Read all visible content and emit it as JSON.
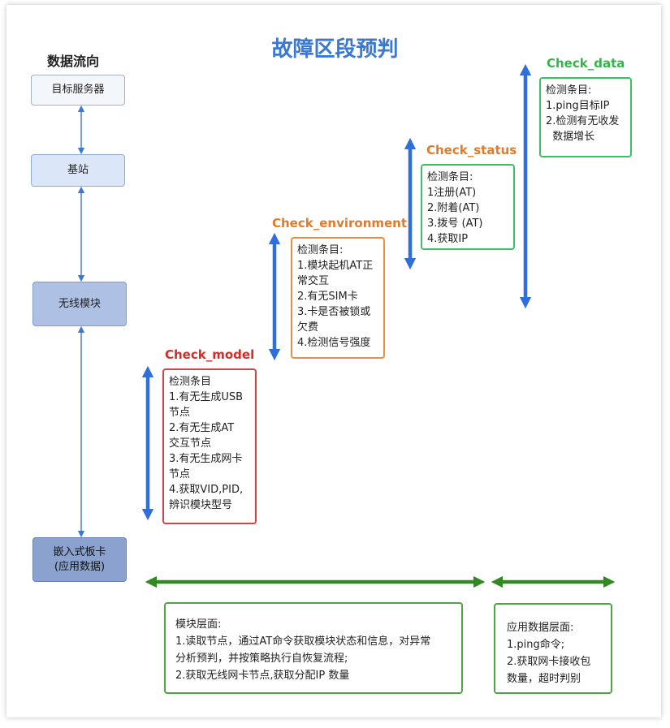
{
  "title": "故障区段预判",
  "flow_title": "数据流向",
  "nodes": {
    "target_server": "目标服务器",
    "base_station": "基站",
    "wireless_module": "无线模块",
    "embedded_board_line1": "嵌入式板卡",
    "embedded_board_line2": "(应用数据)"
  },
  "stages": {
    "check_model": {
      "label": "Check_model",
      "lines": [
        "检测条目",
        "1.有无生成USB",
        "节点",
        "2.有无生成AT",
        "交互节点",
        "3.有无生成网卡",
        "节点",
        "4.获取VID,PID,",
        "辨识模块型号"
      ]
    },
    "check_environment": {
      "label": "Check_environment",
      "lines": [
        "检测条目:",
        "1.模块起机AT正",
        "常交互",
        "2.有无SIM卡",
        "3.卡是否被锁或",
        "欠费",
        "4.检测信号强度"
      ]
    },
    "check_status": {
      "label": "Check_status",
      "lines": [
        "检测条目:",
        "1注册(AT)",
        "2.附着(AT)",
        "3.拨号 (AT)",
        "4.获取IP"
      ]
    },
    "check_data": {
      "label": "Check_data",
      "lines": [
        "检测条目:",
        "1.ping目标IP",
        "2.检测有无收发",
        "  数据增长"
      ]
    }
  },
  "bottom": {
    "module_level": {
      "lines": [
        "模块层面:",
        "1.读取节点，通过AT命令获取模块状态和信息，对异常",
        "分析预判，并按策略执行自恢复流程;",
        "2.获取无线网卡节点,获取分配IP 数量"
      ]
    },
    "app_level": {
      "lines": [
        "应用数据层面:",
        "1.ping命令;",
        "2.获取网卡接收包",
        "数量，超时判别"
      ]
    }
  },
  "colors": {
    "title": "#3a78d6",
    "blue_arrow": "#2f6fdc",
    "green_arrow": "#2f8a1f",
    "check_model": "#d92a2a",
    "check_environment": "#e07b2a",
    "check_status_data": "#34b54a"
  }
}
